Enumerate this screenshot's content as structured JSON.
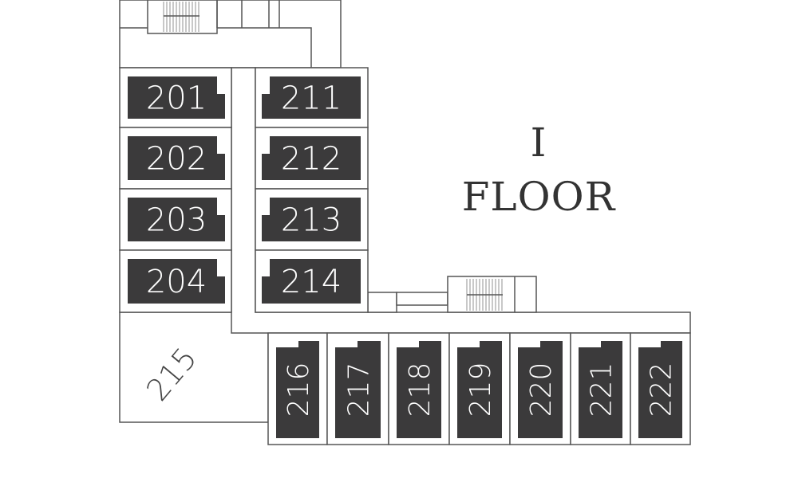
{
  "floor": {
    "number": "I",
    "label": "FLOOR"
  },
  "colors": {
    "unit": "#3b3a3b",
    "wall": "#555555",
    "background": "#ffffff"
  },
  "units_left": [
    "201",
    "202",
    "203",
    "204"
  ],
  "units_right": [
    "211",
    "212",
    "213",
    "214"
  ],
  "units_bottom": [
    "216",
    "217",
    "218",
    "219",
    "220",
    "221",
    "222"
  ],
  "common_unit": "215"
}
